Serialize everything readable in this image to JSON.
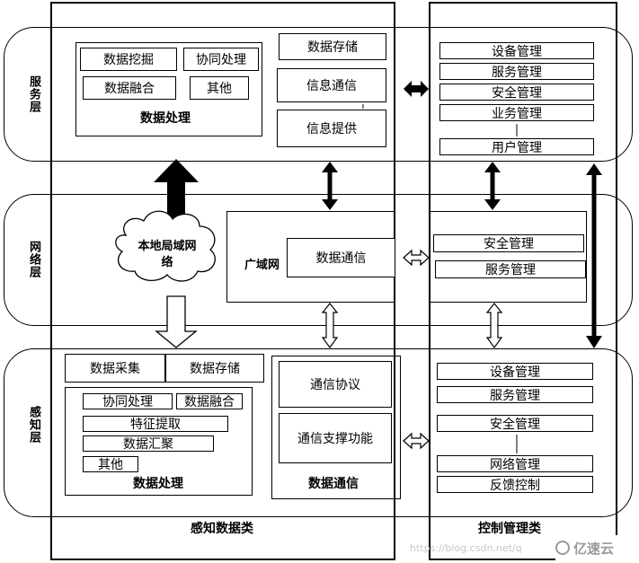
{
  "layers": {
    "service": "服务层",
    "network": "网络层",
    "perception": "感知层"
  },
  "columns": {
    "left_caption": "感知数据类",
    "right_caption": "控制管理类"
  },
  "service": {
    "mining": "数据挖掘",
    "collab": "协同处理",
    "fusion": "数据融合",
    "other": "其他",
    "processing": "数据处理",
    "storage": "数据存储",
    "info_comm": "信息通信",
    "info_provide": "信息提供",
    "mgmt": [
      "设备管理",
      "服务管理",
      "安全管理",
      "业务管理",
      "用户管理"
    ]
  },
  "network": {
    "lan": "本地局域网络",
    "wan": "广域网",
    "data_comm": "数据通信",
    "mgmt": [
      "安全管理",
      "服务管理"
    ]
  },
  "perception": {
    "collect": "数据采集",
    "storage": "数据存储",
    "collab": "协同处理",
    "fusion": "数据融合",
    "feature": "特征提取",
    "aggregate": "数据汇聚",
    "other": "其他",
    "processing": "数据处理",
    "protocol": "通信协议",
    "support": "通信支撑功能",
    "data_comm": "数据通信",
    "mgmt": [
      "设备管理",
      "服务管理",
      "安全管理",
      "网络管理",
      "反馈控制"
    ]
  },
  "watermark": "https://blog.csdn.net/q",
  "logo": "亿速云"
}
